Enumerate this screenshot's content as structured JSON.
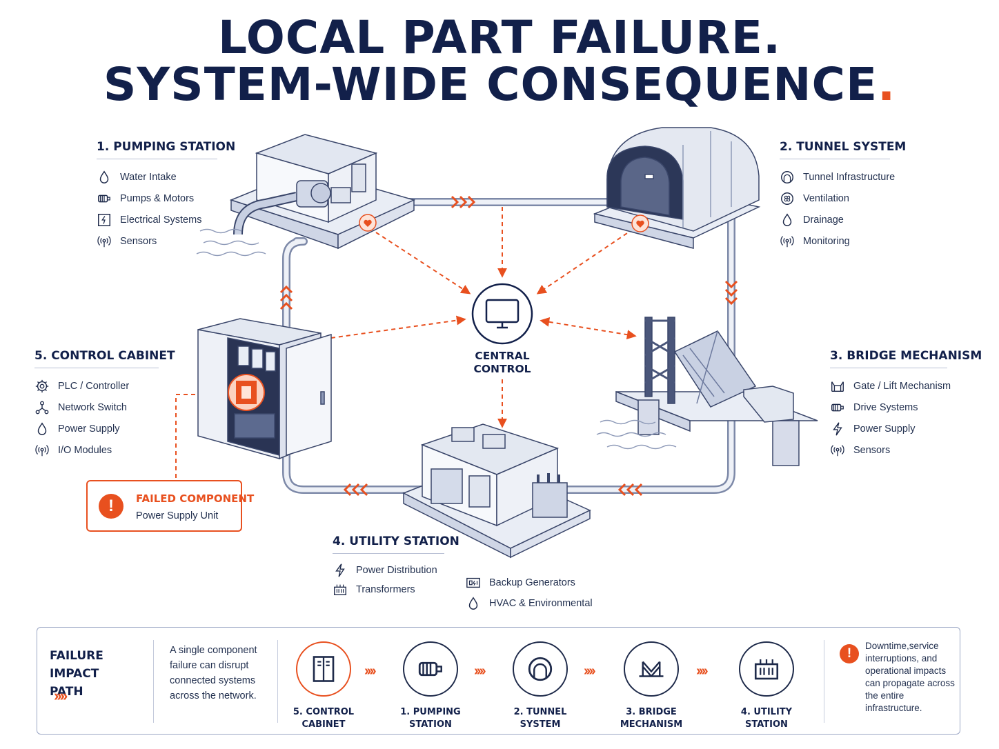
{
  "title": {
    "line1": "LOCAL PART FAILURE.",
    "line2": "SYSTEM-WIDE CONSEQUENCE",
    "line2_dot": "."
  },
  "colors": {
    "navy": "#12204a",
    "accent": "#e8501f",
    "pipe": "#8e9ab8"
  },
  "stations": {
    "pumping": {
      "title": "1. PUMPING STATION",
      "items": [
        {
          "icon": "water-drop-icon",
          "label": "Water Intake"
        },
        {
          "icon": "pump-motor-icon",
          "label": "Pumps & Motors"
        },
        {
          "icon": "electrical-panel-icon",
          "label": "Electrical Systems"
        },
        {
          "icon": "sensor-signal-icon",
          "label": "Sensors"
        }
      ]
    },
    "tunnel": {
      "title": "2. TUNNEL SYSTEM",
      "items": [
        {
          "icon": "tunnel-icon",
          "label": "Tunnel Infrastructure"
        },
        {
          "icon": "fan-icon",
          "label": "Ventilation"
        },
        {
          "icon": "water-drop-icon",
          "label": "Drainage"
        },
        {
          "icon": "sensor-signal-icon",
          "label": "Monitoring"
        }
      ]
    },
    "bridge": {
      "title": "3. BRIDGE MECHANISM",
      "items": [
        {
          "icon": "gate-lift-icon",
          "label": "Gate / Lift Mechanism"
        },
        {
          "icon": "pump-motor-icon",
          "label": "Drive Systems"
        },
        {
          "icon": "lightning-icon",
          "label": "Power Supply"
        },
        {
          "icon": "sensor-signal-icon",
          "label": "Sensors"
        }
      ]
    },
    "utility": {
      "title": "4. UTILITY STATION",
      "items_left": [
        {
          "icon": "lightning-icon",
          "label": "Power Distribution"
        },
        {
          "icon": "transformer-icon",
          "label": "Transformers"
        }
      ],
      "items_right": [
        {
          "icon": "generator-icon",
          "label": "Backup Generators"
        },
        {
          "icon": "water-drop-icon",
          "label": "HVAC & Environmental"
        }
      ]
    },
    "cabinet": {
      "title": "5. CONTROL CABINET",
      "items": [
        {
          "icon": "gear-icon",
          "label": "PLC / Controller"
        },
        {
          "icon": "network-icon",
          "label": "Network Switch"
        },
        {
          "icon": "water-drop-icon",
          "label": "Power Supply"
        },
        {
          "icon": "sensor-signal-icon",
          "label": "I/O Modules"
        }
      ]
    }
  },
  "central": {
    "line1": "CENTRAL",
    "line2": "CONTROL"
  },
  "failed": {
    "title": "FAILED COMPONENT",
    "component": "Power Supply Unit",
    "icon": "exclamation-icon"
  },
  "impact_path": {
    "title_line1": "FAILURE IMPACT",
    "title_line2": "PATH",
    "arrows": "››››",
    "description": "A single component failure can disrupt connected systems across the network.",
    "steps": [
      {
        "line1": "5. CONTROL",
        "line2": "CABINET",
        "icon": "cabinet-icon",
        "failed": true
      },
      {
        "line1": "1. PUMPING",
        "line2": "STATION",
        "icon": "pump-motor-icon",
        "failed": false
      },
      {
        "line1": "2. TUNNEL",
        "line2": "SYSTEM",
        "icon": "tunnel-icon",
        "failed": false
      },
      {
        "line1": "3. BRIDGE",
        "line2": "MECHANISM",
        "icon": "bridge-icon",
        "failed": false
      },
      {
        "line1": "4. UTILITY",
        "line2": "STATION",
        "icon": "transformer-icon",
        "failed": false
      }
    ],
    "chevrons": "››››",
    "consequence": "Downtime,service interruptions, and operational impacts can propagate across the entire infrastructure."
  }
}
